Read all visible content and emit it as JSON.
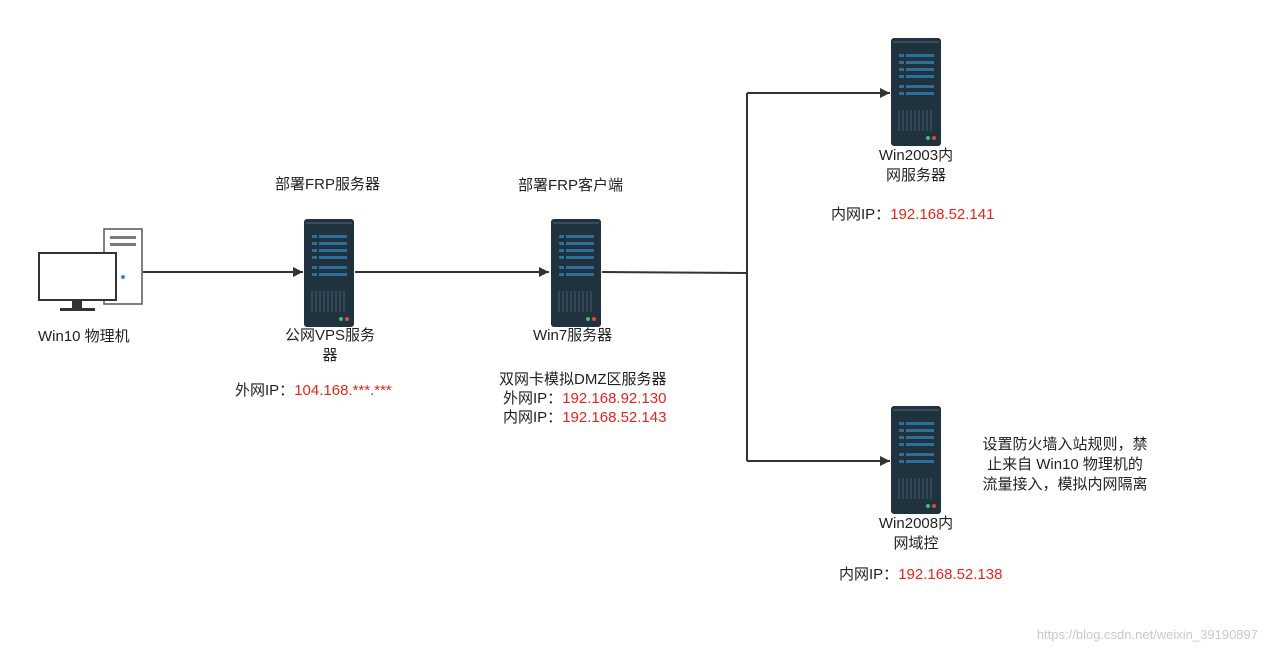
{
  "nodes": {
    "win10": {
      "name": "Win10 物理机"
    },
    "vps": {
      "caption": "部署FRP服务器",
      "name_line1": "公网VPS服务",
      "name_line2": "器",
      "ext_ip_label": "外网IP：",
      "ext_ip": "104.168.***.***"
    },
    "win7": {
      "caption": "部署FRP客户端",
      "name": "Win7服务器",
      "desc": "双网卡模拟DMZ区服务器",
      "ext_ip_label": "外网IP：",
      "ext_ip": "192.168.92.130",
      "int_ip_label": "内网IP：",
      "int_ip": "192.168.52.143"
    },
    "win2003": {
      "name_line1": "Win2003内",
      "name_line2": "网服务器",
      "int_ip_label": "内网IP：",
      "int_ip": "192.168.52.141"
    },
    "win2008": {
      "name_line1": "Win2008内",
      "name_line2": "网域控",
      "int_ip_label": "内网IP：",
      "int_ip": "192.168.52.138",
      "note_line1": "设置防火墙入站规则，禁",
      "note_line2": "止来自 Win10 物理机的",
      "note_line3": "流量接入，模拟内网隔离"
    }
  },
  "watermark": "https://blog.csdn.net/weixin_39190897",
  "colors": {
    "server_body": "#21323f",
    "server_bar": "#2d6f98",
    "ip_red": "#e3261c",
    "line": "#333333"
  }
}
